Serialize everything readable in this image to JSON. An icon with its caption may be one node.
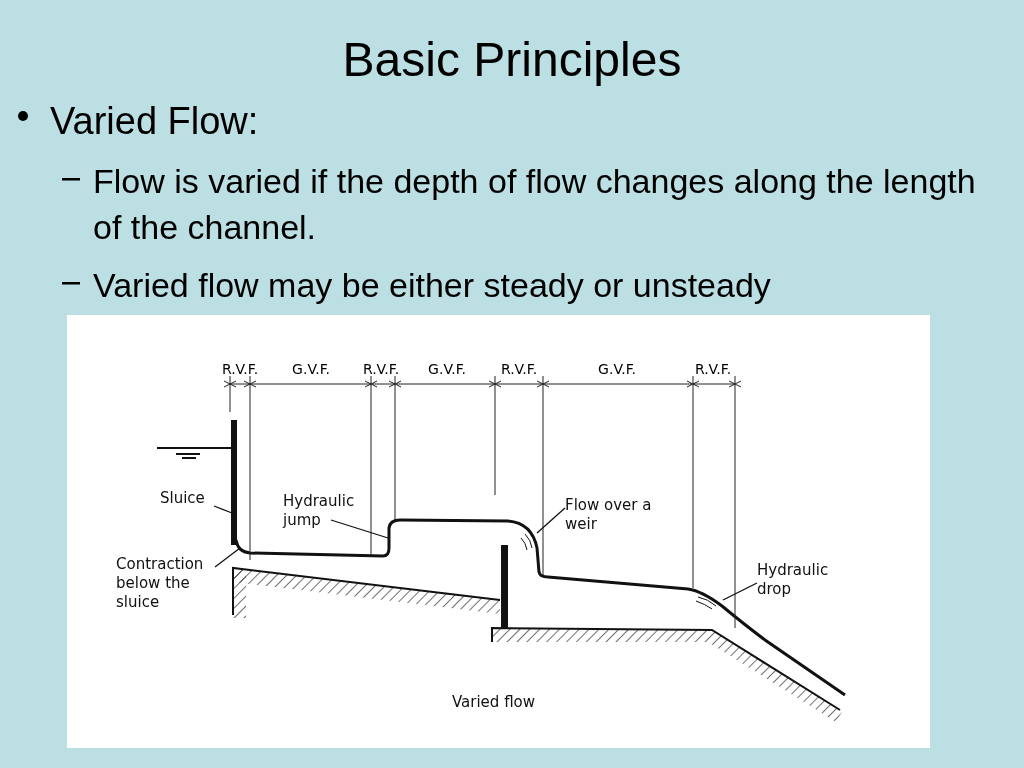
{
  "diagram": {
    "title": "Basic Principles",
    "caption": "Varied flow",
    "nodes": [
      {
        "text": [
          "Sluice"
        ]
      },
      {
        "text": [
          "Contraction below the sluice"
        ]
      },
      {
        "text": [
          "Hydraulic jump"
        ]
      },
      {
        "text": [
          "Flow over a weir"
        ]
      },
      {
        "text": [
          "Hydraulic drop"
        ]
      }
    ],
    "edges": [
      {
        "from": 0,
        "to": null,
        "arrow": "none"
      },
      {
        "from": 1,
        "to": null,
        "arrow": "none"
      },
      {
        "from": 2,
        "to": null,
        "arrow": "none"
      },
      {
        "from": 3,
        "to": null,
        "arrow": "none"
      },
      {
        "from": 4,
        "to": null,
        "arrow": "none"
      }
    ],
    "labels": [
      "Varied Flow:",
      "Flow is varied if the depth of flow changes along the length of the channel.",
      "Varied flow may be either steady or unsteady",
      "R.V.F.",
      "G.V.F.",
      "R.V.F.",
      "G.V.F.",
      "R.V.F.",
      "G.V.F.",
      "R.V.F."
    ]
  }
}
